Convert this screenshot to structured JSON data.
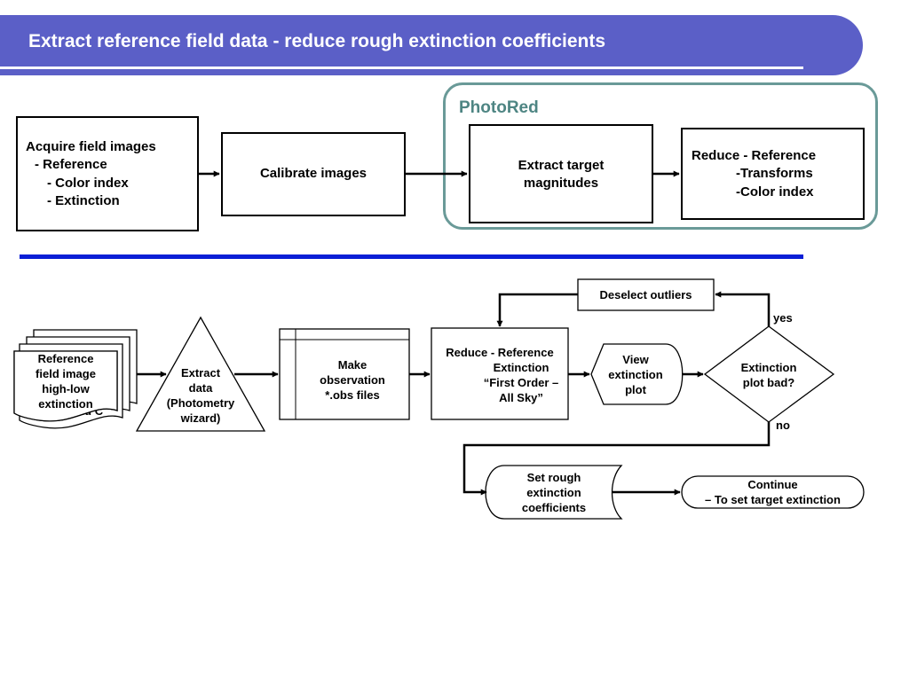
{
  "title": "Extract reference field data - reduce rough extinction coefficients",
  "top": {
    "acquire": {
      "line1": "Acquire field images",
      "line2": "- Reference",
      "line3": "- Color index",
      "line4": "- Extinction"
    },
    "calibrate": "Calibrate images",
    "group_label": "PhotoRed",
    "extract_target": {
      "line1": "Extract target",
      "line2": "magnitudes"
    },
    "reduce_reference": {
      "line1": "Reduce - Reference",
      "line2": "-Transforms",
      "line3": "-Color index"
    }
  },
  "bottom": {
    "documents": {
      "line1": "Reference",
      "line2": "field image",
      "line3": "high-low",
      "line4": "extinction",
      "hidden": "and C"
    },
    "extract_data": {
      "line1": "Extract",
      "line2": "data",
      "line3": "(Photometry",
      "line4": "wizard)"
    },
    "make_obs": {
      "line1": "Make",
      "line2": "observation",
      "line3": "*.obs files"
    },
    "reduce_first_order": {
      "line1": "Reduce - Reference",
      "line2": "Extinction",
      "line3": "“First Order –",
      "line4": "All Sky”"
    },
    "view_plot": {
      "line1": "View",
      "line2": "extinction",
      "line3": "plot"
    },
    "decision": {
      "line1": "Extinction",
      "line2": "plot bad?"
    },
    "yes_label": "yes",
    "no_label": "no",
    "deselect": "Deselect outliers",
    "set_rough": {
      "line1": "Set rough",
      "line2": "extinction",
      "line3": "coefficients"
    },
    "continue": {
      "line1": "Continue",
      "line2": "– To set target extinction"
    }
  }
}
